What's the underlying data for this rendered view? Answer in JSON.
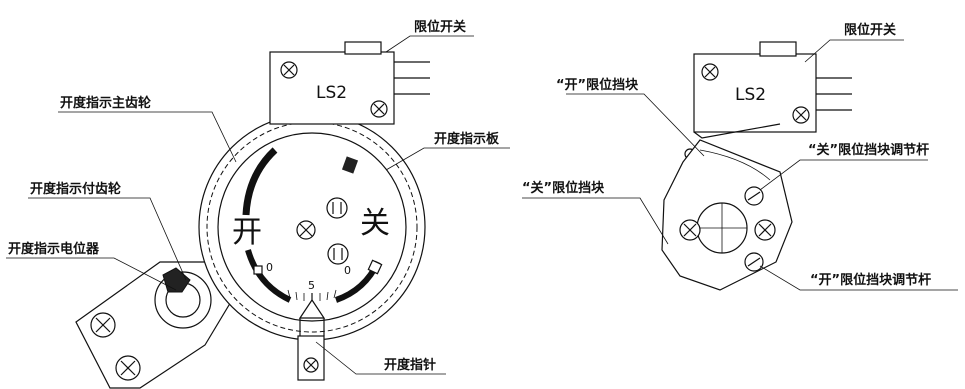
{
  "left": {
    "limit_switch_label": "限位开关",
    "switch_text": "LS2",
    "main_gear_label": "开度指示主齿轮",
    "indicator_plate_label": "开度指示板",
    "sub_gear_label": "开度指示付齿轮",
    "potentiometer_label": "开度指示电位器",
    "pointer_label": "开度指针",
    "dial_open_char": "开",
    "dial_close_char": "关",
    "dial_tick_0_left": "0",
    "dial_tick_5": "5",
    "dial_tick_0_right": "0"
  },
  "right": {
    "limit_switch_label": "限位开关",
    "switch_text": "LS2",
    "open_block_label": "“开”限位挡块",
    "close_adjust_label": "“关”限位挡块调节杆",
    "close_block_label": "“关”限位挡块",
    "open_adjust_label": "“开”限位挡块调节杆"
  }
}
